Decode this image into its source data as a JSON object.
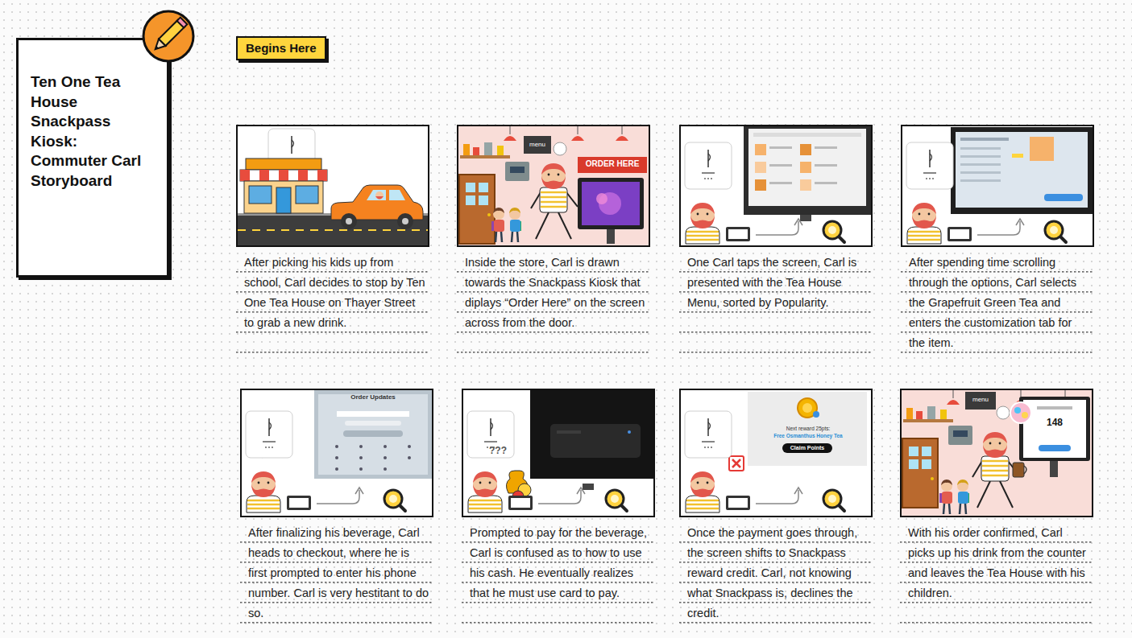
{
  "diagram": {
    "nodes": [
      {
        "text": [
          "Ten One Tea House Snackpass Kiosk: Commuter Carl Storyboard"
        ]
      },
      {
        "text": [
          "Begins Here"
        ]
      },
      {
        "text": [
          "After picking his kids up from school, Carl decides to stop by Ten One Tea House on Thayer Street to grab a new drink."
        ]
      },
      {
        "text": [
          "Inside the store, Carl is drawn towards the Snackpass Kiosk that diplays “Order Here” on the screen across from the door."
        ]
      },
      {
        "text": [
          "One Carl taps the screen, Carl is presented with the Tea House Menu, sorted by Popularity."
        ]
      },
      {
        "text": [
          "After spending time scrolling through the options, Carl selects the Grapefruit Green Tea and enters the customization tab for the item."
        ]
      },
      {
        "text": [
          "After finalizing his beverage, Carl heads to checkout, where he is first prompted to enter his phone number. Carl is very hestitant to do so."
        ]
      },
      {
        "text": [
          "Prompted to pay for the beverage, Carl is confused as to how to use his cash. He eventually realizes that he must use card to pay."
        ]
      },
      {
        "text": [
          "Once the payment goes through, the screen shifts to Snackpass reward credit. Carl, not knowing what Snackpass is, declines the credit."
        ]
      },
      {
        "text": [
          "With his order confirmed, Carl picks up his drink from the counter and leaves the Tea House with his children."
        ]
      }
    ],
    "labels": [
      "ORDER HERE",
      "menu",
      "Order Updates",
      "???",
      "Next reward 25pts:",
      "Free Osmanthus Honey Tea",
      "Claim Points",
      "menu",
      "148"
    ]
  }
}
